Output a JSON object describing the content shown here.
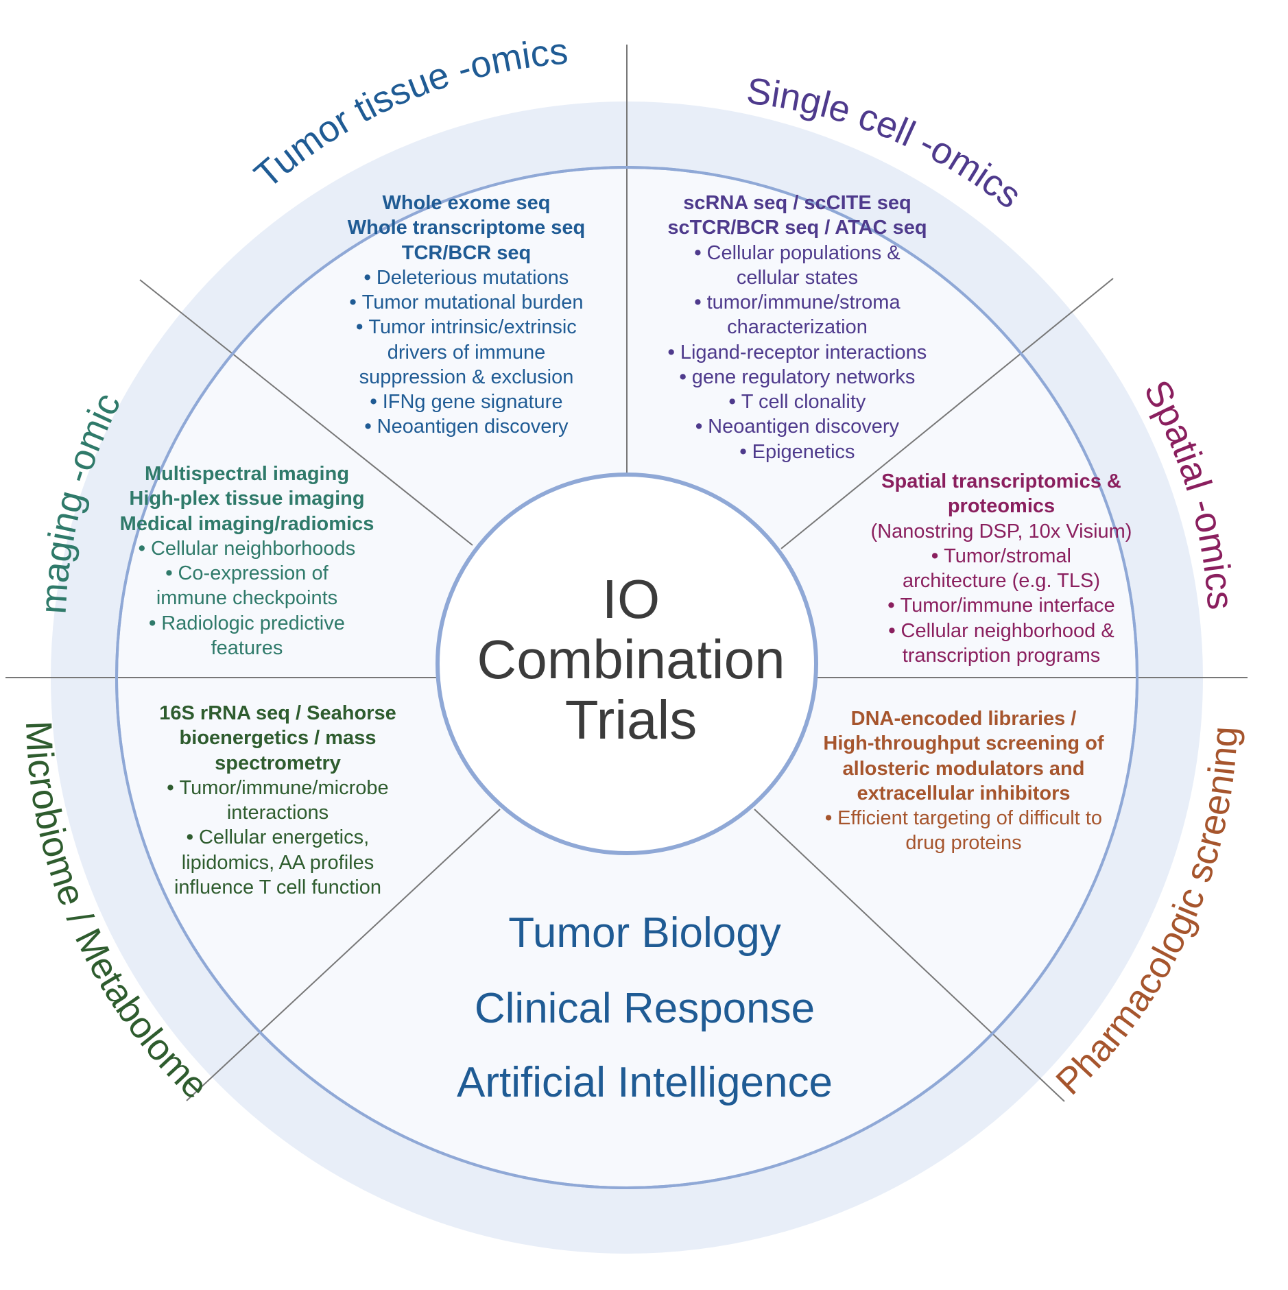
{
  "center": {
    "line1": "IO",
    "line2": "Combination",
    "line3": "Trials"
  },
  "outcomes": [
    "Tumor Biology",
    "Clinical Response",
    "Artificial Intelligence"
  ],
  "colors": {
    "ring": "#8fa8d6",
    "ring_fill": "#e8eef8",
    "divider": "#777777",
    "tumor_tissue": "#1f5b94",
    "single_cell": "#4e3a8c",
    "spatial": "#8a1f5e",
    "pharma": "#a6552d",
    "microbiome": "#2e5c2e",
    "imaging": "#2f7a6a",
    "outcomes": "#1f5b94",
    "center": "#3b3b3b"
  },
  "segments": {
    "tumor_tissue": {
      "title": "Tumor tissue -omics",
      "headers": [
        "Whole exome seq",
        "Whole transcriptome seq",
        "TCR/BCR seq"
      ],
      "items": [
        "Deleterious mutations",
        "Tumor mutational burden",
        "Tumor intrinsic/extrinsic drivers of immune suppression & exclusion",
        "IFNg gene signature",
        "Neoantigen discovery"
      ]
    },
    "single_cell": {
      "title": "Single cell -omics",
      "headers": [
        "scRNA seq  / scCITE seq",
        "scTCR/BCR seq / ATAC seq"
      ],
      "items": [
        "Cellular populations & cellular states",
        "tumor/immune/stroma characterization",
        "Ligand-receptor interactions",
        "gene regulatory networks",
        "T cell clonality",
        "Neoantigen discovery",
        "Epigenetics"
      ]
    },
    "spatial": {
      "title": "Spatial -omics",
      "headers": [
        "Spatial transcriptomics &",
        "proteomics"
      ],
      "subheader": "(Nanostring DSP, 10x Visium)",
      "items": [
        "Tumor/stromal architecture (e.g. TLS)",
        "Tumor/immune interface",
        "Cellular neighborhood & transcription programs"
      ]
    },
    "pharma": {
      "title": "Pharmacologic screening",
      "headers": [
        "DNA-encoded libraries /",
        "High-throughput screening of",
        "allosteric modulators and",
        "extracellular inhibitors"
      ],
      "items": [
        "Efficient targeting of difficult to drug proteins"
      ]
    },
    "microbiome": {
      "title": "Microbiome / Metabolome",
      "headers": [
        "16S rRNA seq / Seahorse",
        "bioenergetics / mass",
        "spectrometry"
      ],
      "items": [
        "Tumor/immune/microbe interactions",
        "Cellular energetics, lipidomics,  AA profiles influence T cell function"
      ]
    },
    "imaging": {
      "title": "Imaging -omics",
      "headers": [
        "Multispectral imaging",
        "High-plex tissue imaging",
        "Medical imaging/radiomics"
      ],
      "items": [
        "Cellular neighborhoods",
        "Co-expression of immune checkpoints",
        "Radiologic predictive features"
      ]
    }
  }
}
